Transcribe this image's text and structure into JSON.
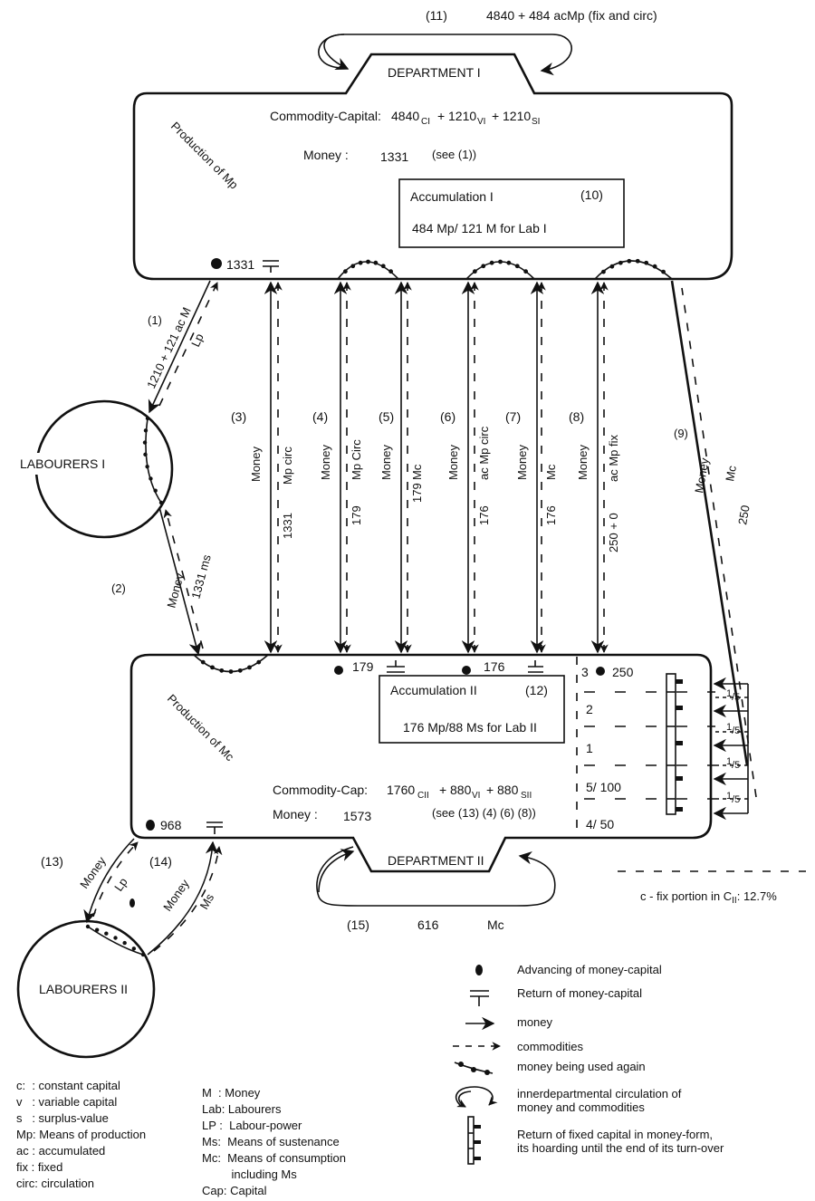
{
  "title_flow": {
    "id": "(11)",
    "text": "4840 + 484  acMp (fix and circ)"
  },
  "department_1": {
    "label": "DEPARTMENT I",
    "side_label": "Production of Mp",
    "commodity_capital": {
      "label": "Commodity-Capital:",
      "c": "4840",
      "c_sub": "CI",
      "v": "1210",
      "v_sub": "VI",
      "s": "1210",
      "s_sub": "SI"
    },
    "money_label": "Money :",
    "money_value": "1331",
    "money_ref": "(see (1))",
    "accumulation": {
      "title": "Accumulation I",
      "id": "(10)",
      "text": "484 Mp/ 121 M for Lab I"
    },
    "advance_value": "1331"
  },
  "department_2": {
    "label": "DEPARTMENT II",
    "side_label": "Production of Mc",
    "commodity_capital": {
      "label": "Commodity-Cap:",
      "c": "1760",
      "c_sub": "CII",
      "v": "880",
      "v_sub": "VI",
      "s": "880",
      "s_sub": "SII"
    },
    "money_label": "Money :",
    "money_value": "1573",
    "money_ref": "(see (13) (4) (6) (8))",
    "accumulation": {
      "title": "Accumulation II",
      "id": "(12)",
      "text": "176 Mp/88 Ms for Lab II"
    },
    "advances": [
      "179",
      "176",
      "250",
      "968"
    ],
    "fixed_capital_rows": [
      "3",
      "2",
      "1",
      "5/ 100",
      "4/ 50"
    ],
    "fifths": [
      "1/5",
      "1/5",
      "1/5",
      "1/5"
    ],
    "inner_flow": {
      "id": "(15)",
      "value": "616",
      "label": "Mc"
    }
  },
  "labourers": [
    "LABOURERS I",
    "LABOURERS II"
  ],
  "flows": [
    {
      "id": "(1)",
      "money": "1210 + 121 ac M",
      "commodity": "Lp"
    },
    {
      "id": "(2)",
      "money": "Money",
      "commodity": "1331 ms"
    },
    {
      "id": "(3)",
      "money": "Money",
      "value": "1331",
      "commodity": "Mp circ"
    },
    {
      "id": "(4)",
      "money": "Money",
      "value": "179",
      "commodity": "Mp Circ"
    },
    {
      "id": "(5)",
      "money": "Money",
      "value": "179",
      "commodity": "Mc"
    },
    {
      "id": "(6)",
      "money": "Money",
      "value": "176",
      "commodity": "ac Mp circ"
    },
    {
      "id": "(7)",
      "money": "Money",
      "value": "176",
      "commodity": "Mc"
    },
    {
      "id": "(8)",
      "money": "Money",
      "value": "250 + 0",
      "commodity": "ac Mp fix"
    },
    {
      "id": "(9)",
      "money": "Money",
      "value": "250",
      "commodity": "Mc"
    },
    {
      "id": "(13)",
      "money": "Money",
      "commodity": "Lp"
    },
    {
      "id": "(14)",
      "money": "Money",
      "commodity": "Ms"
    }
  ],
  "fix_note": "c - fix portion in C",
  "fix_note_sub": "II",
  "fix_note_value": ": 12.7%",
  "symbol_legend": [
    {
      "icon": "dot-icon",
      "text": "Advancing of money-capital"
    },
    {
      "icon": "return-icon",
      "text": "Return of money-capital"
    },
    {
      "icon": "arrow-icon",
      "text": "money"
    },
    {
      "icon": "dashed-arrow-icon",
      "text": "commodities"
    },
    {
      "icon": "beaded-line-icon",
      "text": "money being used again"
    },
    {
      "icon": "loop-arrows-icon",
      "text": "innerdepartmental circulation of\nmoney and commodities"
    },
    {
      "icon": "hoard-icon",
      "text": "Return of fixed capital in money-form,\nits hoarding until the end of its turn-over"
    }
  ],
  "abbreviations_left": [
    "c:  : constant capital",
    "v   : variable capital",
    "s   : surplus-value",
    "Mp: Means of production",
    "ac : accumulated",
    "fix : fixed",
    "circ: circulation"
  ],
  "abbreviations_right": [
    "M  : Money",
    "Lab: Labourers",
    "LP :  Labour-power",
    "Ms:  Means of sustenance",
    "Mc:  Means of consumption",
    "         including Ms",
    "Cap: Capital"
  ]
}
